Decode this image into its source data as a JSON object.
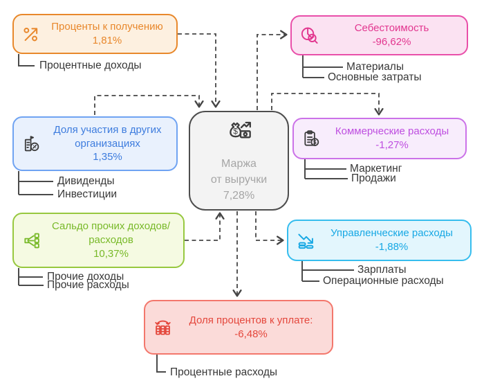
{
  "page": {
    "background": "#ffffff",
    "line_color": "#454545",
    "link_text_color": "#373737"
  },
  "center": {
    "id": "margin",
    "icon": "money-bag-growth-icon",
    "title_line1": "Маржа",
    "title_line2": "от выручки",
    "value": "7,28%",
    "colors": {
      "border": "#4d4d4d",
      "background": "#f3f3f3",
      "text": "#a5a5a5",
      "icon": "#3d3d3d"
    }
  },
  "nodes": [
    {
      "id": "interest-receivable",
      "title": "Проценты к получению",
      "value": "1,81%",
      "icon": "percent-trend-up-icon",
      "colors": {
        "border": "#e8882b",
        "background": "#fdf0e0",
        "text": "#e8872b",
        "icon": "#e8872b"
      },
      "children": [
        "Процентные доходы"
      ]
    },
    {
      "id": "cost-of-sales",
      "title": "Себестоимость",
      "value": "-96,62%",
      "icon": "pie-chart-magnifier-icon",
      "colors": {
        "border": "#e94fa9",
        "background": "#fbe2f2",
        "text": "#e2368f",
        "icon": "#e2368f"
      },
      "children": [
        "Материалы",
        "Основные затраты"
      ]
    },
    {
      "id": "share-in-other-organizations",
      "title": "Доля участия в других организациях",
      "value": "1,35%",
      "icon": "building-percent-icon",
      "colors": {
        "border": "#6fa3f2",
        "background": "#e9f1fd",
        "text": "#3d7cde",
        "icon": "#3d3d3d"
      },
      "children": [
        "Дивиденды",
        "Инвестиции"
      ]
    },
    {
      "id": "commercial-expenses",
      "title": "Коммерческие расходы",
      "value": "-1,27%",
      "icon": "clipboard-dollar-icon",
      "colors": {
        "border": "#cb72e8",
        "background": "#f8edfc",
        "text": "#be4ee0",
        "icon": "#3d3d3d"
      },
      "children": [
        "Маркетинг",
        "Продажи"
      ]
    },
    {
      "id": "other-income-expense-balance",
      "title": "Сальдо прочих доходов/ расходов",
      "value": "10,37%",
      "icon": "flow-split-icon",
      "colors": {
        "border": "#97c83f",
        "background": "#f5fae2",
        "text": "#78b928",
        "icon": "#78b928"
      },
      "children": [
        "Прочие доходы",
        "Прочие расходы"
      ]
    },
    {
      "id": "administrative-expenses",
      "title": "Управленческие расходы",
      "value": "-1,88%",
      "icon": "decline-chart-coins-icon",
      "colors": {
        "border": "#36bdee",
        "background": "#e3f6fd",
        "text": "#17a8e4",
        "icon": "#17a8e4"
      },
      "children": [
        "Зарплаты",
        "Операционные расходы"
      ]
    },
    {
      "id": "interest-payable",
      "title": "Доля процентов к уплате:",
      "value": "-6,48%",
      "icon": "bank-refresh-icon",
      "colors": {
        "border": "#f3776c",
        "background": "#fbdbd9",
        "text": "#e4473c",
        "icon": "#e4473c"
      },
      "children": [
        "Процентные расходы"
      ]
    }
  ],
  "connections": [
    {
      "from": "interest-receivable",
      "to": "margin"
    },
    {
      "from": "share-in-other-organizations",
      "to": "margin"
    },
    {
      "from": "other-income-expense-balance",
      "to": "margin"
    },
    {
      "from": "margin",
      "to": "cost-of-sales"
    },
    {
      "from": "margin",
      "to": "commercial-expenses"
    },
    {
      "from": "margin",
      "to": "administrative-expenses"
    },
    {
      "from": "margin",
      "to": "interest-payable"
    }
  ]
}
